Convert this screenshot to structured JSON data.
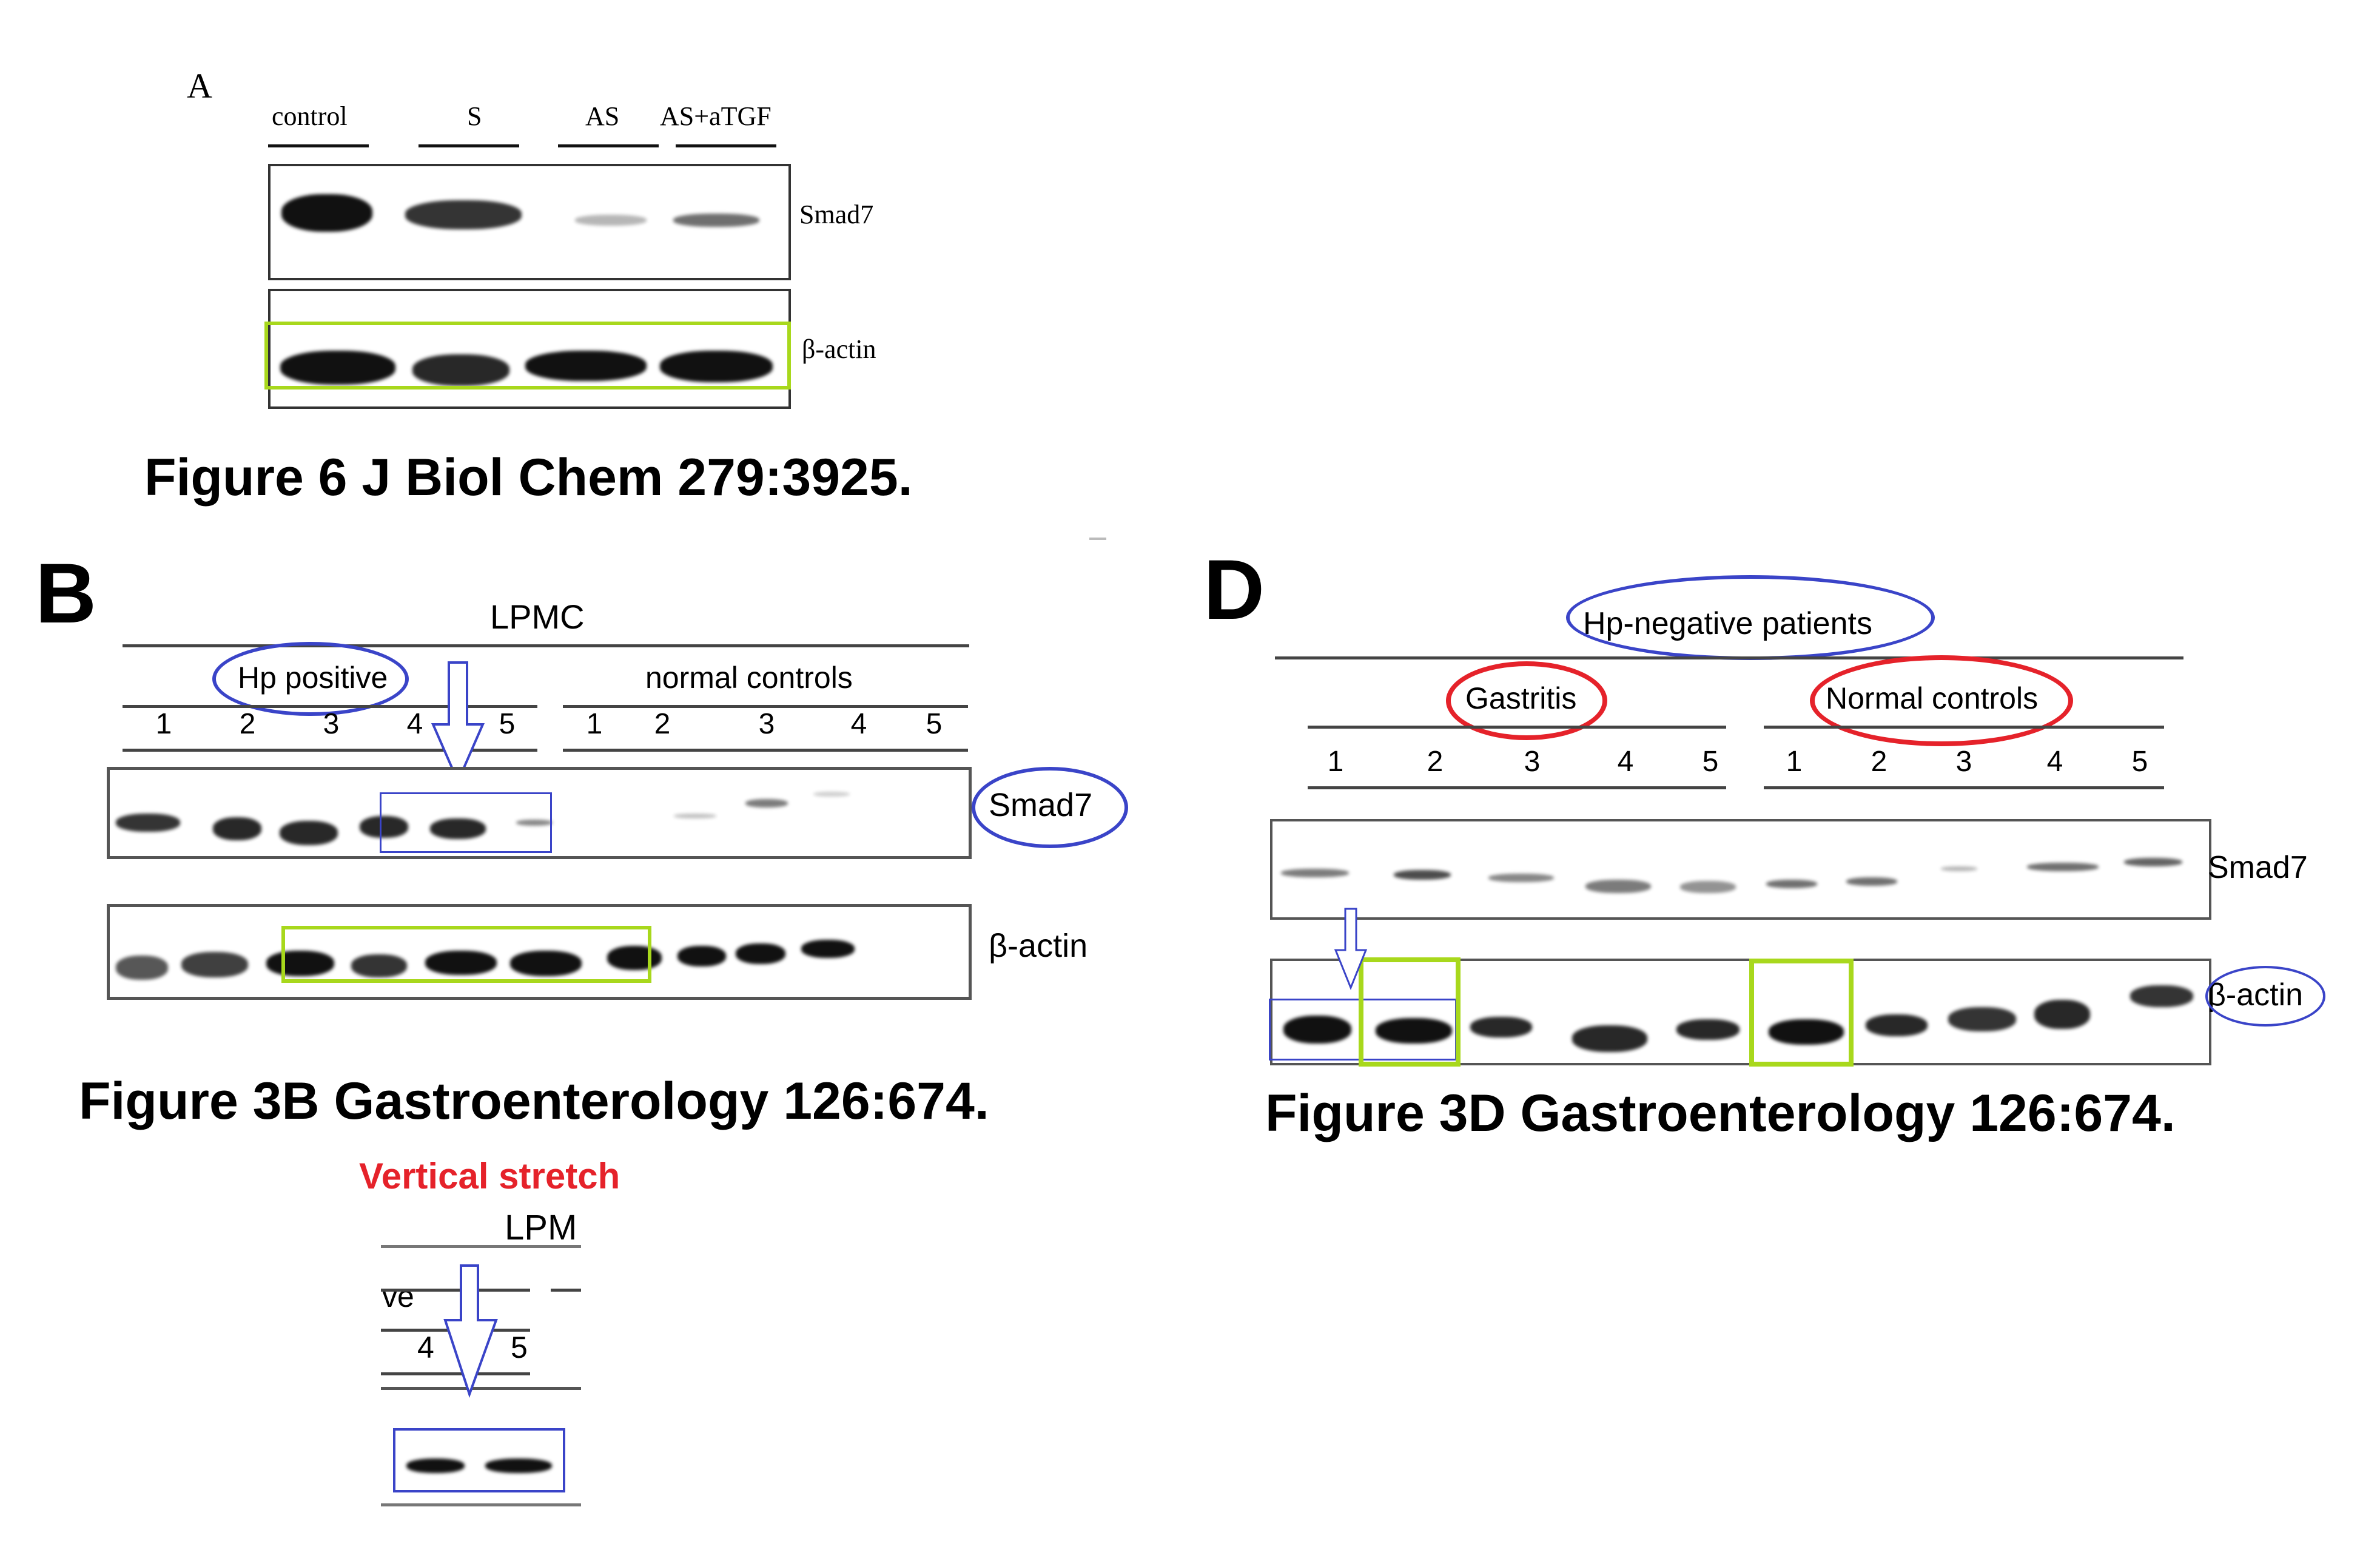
{
  "panelA": {
    "letter": "A",
    "lanes": [
      "control",
      "S",
      "AS",
      "AS+aTGF"
    ],
    "blots": [
      {
        "label": "Smad7",
        "intensities": [
          1.0,
          0.85,
          0.3,
          0.55
        ]
      },
      {
        "label": "β-actin",
        "intensities": [
          0.9,
          0.85,
          0.9,
          0.9
        ]
      }
    ],
    "caption": "Figure 6 J Biol Chem 279:3925."
  },
  "panelB": {
    "letter": "B",
    "header": "LPMC",
    "groups": [
      {
        "label": "Hp positive",
        "lanes": [
          "1",
          "2",
          "3",
          "4",
          "5"
        ],
        "highlight": "blue-ellipse"
      },
      {
        "label": "normal controls",
        "lanes": [
          "1",
          "2",
          "3",
          "4",
          "5"
        ]
      }
    ],
    "blots": [
      {
        "label": "Smad7",
        "intensities": [
          0.85,
          0.9,
          0.9,
          0.9,
          0.9,
          0.4,
          0.05,
          0.2,
          0.45,
          0.15
        ]
      },
      {
        "label": "β-actin",
        "intensities": [
          0.7,
          0.8,
          0.9,
          0.8,
          0.85,
          0.85,
          0.95,
          0.95,
          0.95,
          0.9
        ]
      }
    ],
    "caption": "Figure 3B Gastroenterology 126:674."
  },
  "inset": {
    "title": "Vertical stretch",
    "header_fragment": "LPM",
    "group_fragment": "ve",
    "lanes": [
      "4",
      "5"
    ]
  },
  "panelD": {
    "letter": "D",
    "header": "Hp-negative patients",
    "groups": [
      {
        "label": "Gastritis",
        "lanes": [
          "1",
          "2",
          "3",
          "4",
          "5"
        ]
      },
      {
        "label": "Normal controls",
        "lanes": [
          "1",
          "2",
          "3",
          "4",
          "5"
        ]
      }
    ],
    "blots": [
      {
        "label": "Smad7",
        "intensities": [
          0.55,
          0.75,
          0.5,
          0.55,
          0.45,
          0.6,
          0.6,
          0.3,
          0.6,
          0.65
        ]
      },
      {
        "label": "β-actin",
        "intensities": [
          0.95,
          0.95,
          0.9,
          0.9,
          0.9,
          0.95,
          0.9,
          0.85,
          0.9,
          0.85
        ]
      }
    ],
    "caption": "Figure 3D Gastroenterology 126:674."
  },
  "colors": {
    "highlight_green": "#a8d81c",
    "highlight_blue": "#3a44c8",
    "highlight_red": "#e5222a",
    "annotation_red": "#e5222a"
  }
}
